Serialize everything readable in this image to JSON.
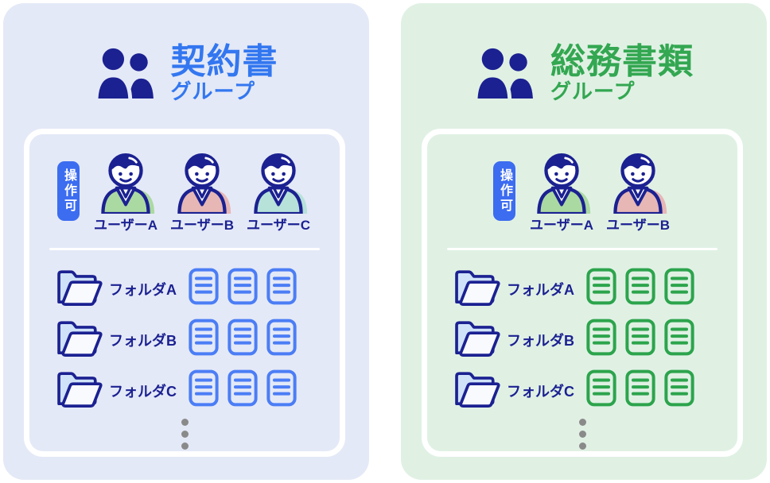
{
  "shared": {
    "navy": "#1b2191",
    "dots_color": "#8a8a8a",
    "folder_flap": "#cfe2f8",
    "folder_face": "#f8fafd",
    "separator": "#ffffff"
  },
  "groups": [
    {
      "title": "契約書",
      "subtitle": "グループ",
      "colors": {
        "panel_bg": "#e4e9f7",
        "accent": "#3377f0",
        "doc": "#4b7df5"
      },
      "badge": {
        "label": "操作可",
        "bg": "#3c6cf0",
        "text_color": "#ffffff"
      },
      "users": [
        {
          "name": "ユーザーA",
          "shirt": "#abd9a2"
        },
        {
          "name": "ユーザーB",
          "shirt": "#e7b7b5"
        },
        {
          "name": "ユーザーC",
          "shirt": "#b7e2da"
        }
      ],
      "folders": [
        {
          "name": "フォルダA",
          "doc_count": 3
        },
        {
          "name": "フォルダB",
          "doc_count": 3
        },
        {
          "name": "フォルダC",
          "doc_count": 3
        }
      ]
    },
    {
      "title": "総務書類",
      "subtitle": "グループ",
      "colors": {
        "panel_bg": "#e0f1e4",
        "accent": "#33a751",
        "doc": "#2ca44c"
      },
      "badge": {
        "label": "操作可",
        "bg": "#3c6cf0",
        "text_color": "#ffffff"
      },
      "users": [
        {
          "name": "ユーザーA",
          "shirt": "#abd9a2"
        },
        {
          "name": "ユーザーB",
          "shirt": "#e7b7b5"
        }
      ],
      "folders": [
        {
          "name": "フォルダA",
          "doc_count": 3
        },
        {
          "name": "フォルダB",
          "doc_count": 3
        },
        {
          "name": "フォルダC",
          "doc_count": 3
        }
      ]
    }
  ]
}
